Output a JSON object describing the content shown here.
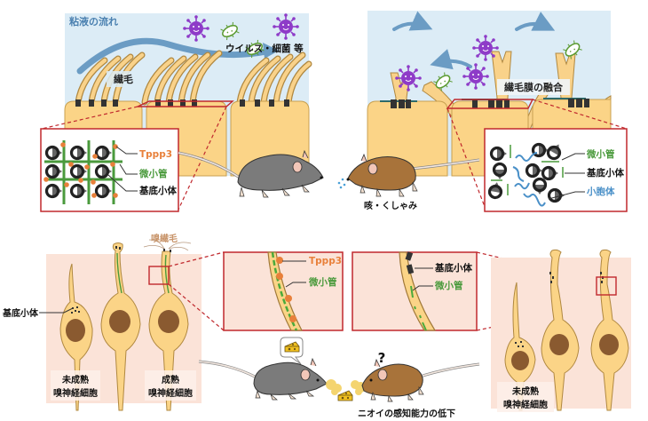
{
  "colors": {
    "mucus_bg": "#dcecf6",
    "cell_fill": "#fbd487",
    "cell_stroke": "#c8a050",
    "cilia_fill": "#f9d28a",
    "cilia_stroke": "#b08840",
    "basal_body": "#333333",
    "microtubule": "#4a9a3c",
    "tppp3": "#e8803a",
    "vesicle": "#4a90c8",
    "zoom_border": "#c0282d",
    "neuron_bg": "#fbe3d8",
    "virus": "#8e3bc8",
    "bacteria": "#5a9a30",
    "flow_arrow": "#6b9cc4",
    "mouse_gray": "#7b7b7b",
    "mouse_brown": "#a8733a",
    "smell": "#f3d060"
  },
  "top_left_panel": {
    "mucus_flow_label": "粘液の流れ",
    "pathogen_label": "ウイルス・細菌 等",
    "cilia_label": "繊毛"
  },
  "top_right_panel": {
    "fusion_label": "繊毛膜の融合"
  },
  "zoom_left_top": {
    "labels": [
      "Tppp3",
      "微小管",
      "基底小体"
    ]
  },
  "zoom_right_top": {
    "labels": [
      "微小管",
      "基底小体",
      "小胞体"
    ]
  },
  "center_top": {
    "sneeze_label": "咳・くしゃみ"
  },
  "bottom_left_panel": {
    "olfactory_cilia_label": "嗅繊毛",
    "basal_body_label": "基底小体",
    "immature_label_1": "未成熟",
    "immature_label_2": "嗅神経細胞",
    "mature_label_1": "成熟",
    "mature_label_2": "嗅神経細胞"
  },
  "zoom_left_bottom": {
    "labels": [
      "Tppp3",
      "微小管"
    ]
  },
  "zoom_right_bottom": {
    "labels": [
      "基底小体",
      "微小管"
    ]
  },
  "bottom_right_panel": {
    "immature_label_1": "未成熟",
    "immature_label_2": "嗅神経細胞"
  },
  "center_bottom": {
    "question_mark": "?",
    "smell_loss_label": "ニオイの感知能力の低下"
  }
}
